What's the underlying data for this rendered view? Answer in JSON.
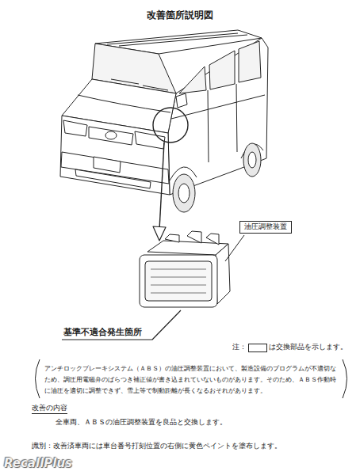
{
  "diagram": {
    "title": "改善箇所説明図",
    "nodes": [
      {
        "text": [
          "油圧調整装置"
        ]
      }
    ],
    "labels": [
      "基準不適合発生箇所",
      "注：",
      "は交換部品を示します。",
      "アンチロックブレーキシステム（ＡＢＳ）の油圧調整装置において、製造設備のプログラムが不適切なため、調圧用電磁弁のばらつき補正値が書き込まれていないものがあります。そのため、ＡＢＳ作動時に油圧を適切に調整できず、雪上等で制動距離が長くなるおそれがあります。",
      "改善の内容",
      "全車両、ＡＢＳの油圧調整装置を良品と交換します。",
      "識別：改善済車両には車台番号打刻位置の右側に黄色ペイントを塗布します。",
      "RecallPlus"
    ]
  }
}
